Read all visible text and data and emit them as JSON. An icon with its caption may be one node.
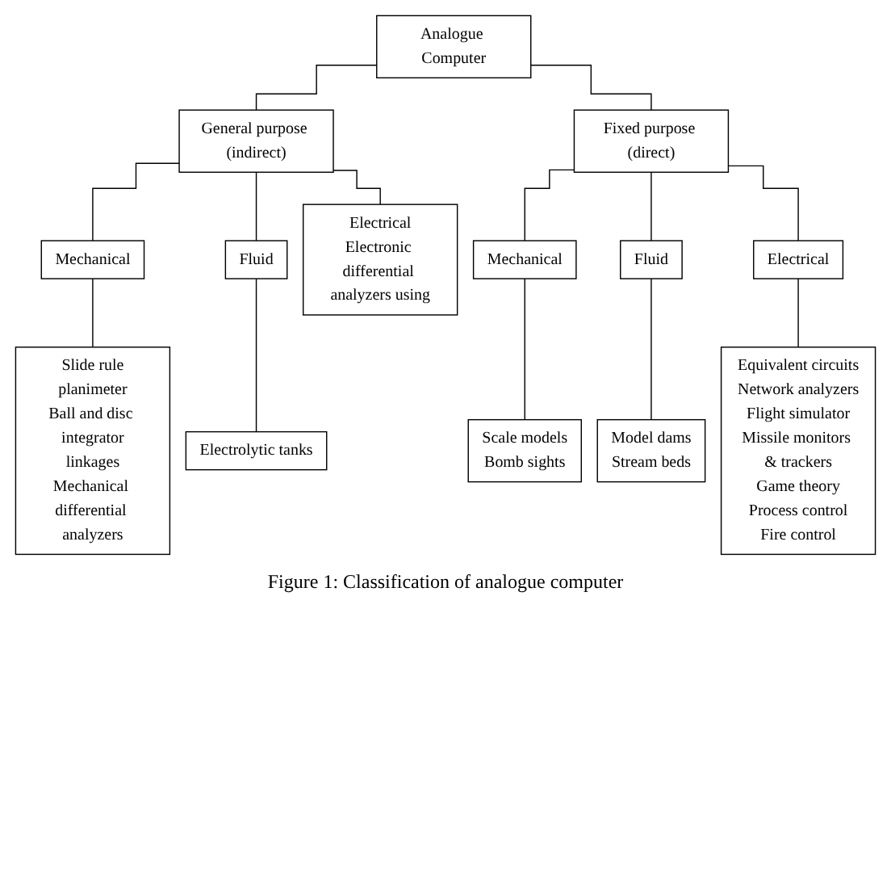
{
  "diagram": {
    "caption": "Figure 1: Classification of analogue computer",
    "nodes": [
      {
        "text": [
          "Analogue Computer"
        ]
      },
      {
        "text": [
          "General purpose (indirect)"
        ]
      },
      {
        "text": [
          "Fixed purpose (direct)"
        ]
      },
      {
        "text": [
          "Mechanical"
        ]
      },
      {
        "text": [
          "Fluid"
        ]
      },
      {
        "text": [
          "Electrical",
          "Electronic differential analyzers using"
        ]
      },
      {
        "text": [
          "Mechanical"
        ]
      },
      {
        "text": [
          "Fluid"
        ]
      },
      {
        "text": [
          "Electrical"
        ]
      },
      {
        "text": [
          "Slide rule",
          "planimeter",
          "Ball and disc integrator",
          "linkages",
          "Mechanical differential analyzers"
        ]
      },
      {
        "text": [
          "Electrolytic tanks"
        ]
      },
      {
        "text": [
          "Scale models",
          "Bomb sights"
        ]
      },
      {
        "text": [
          "Model dams",
          "Stream beds"
        ]
      },
      {
        "text": [
          "Equivalent circuits",
          "Network analyzers",
          "Flight simulator",
          "Missile monitors & trackers",
          "Game theory",
          "Process control",
          "Fire control"
        ]
      }
    ],
    "edges": [
      {
        "from": 0,
        "to": 1,
        "arrow": "none"
      },
      {
        "from": 0,
        "to": 2,
        "arrow": "none"
      },
      {
        "from": 1,
        "to": 3,
        "arrow": "none"
      },
      {
        "from": 1,
        "to": 4,
        "arrow": "none"
      },
      {
        "from": 1,
        "to": 5,
        "arrow": "none"
      },
      {
        "from": 2,
        "to": 6,
        "arrow": "none"
      },
      {
        "from": 2,
        "to": 7,
        "arrow": "none"
      },
      {
        "from": 2,
        "to": 8,
        "arrow": "none"
      },
      {
        "from": 3,
        "to": 9,
        "arrow": "none"
      },
      {
        "from": 4,
        "to": 10,
        "arrow": "none"
      },
      {
        "from": 6,
        "to": 11,
        "arrow": "none"
      },
      {
        "from": 7,
        "to": 12,
        "arrow": "none"
      },
      {
        "from": 8,
        "to": 13,
        "arrow": "none"
      }
    ]
  }
}
